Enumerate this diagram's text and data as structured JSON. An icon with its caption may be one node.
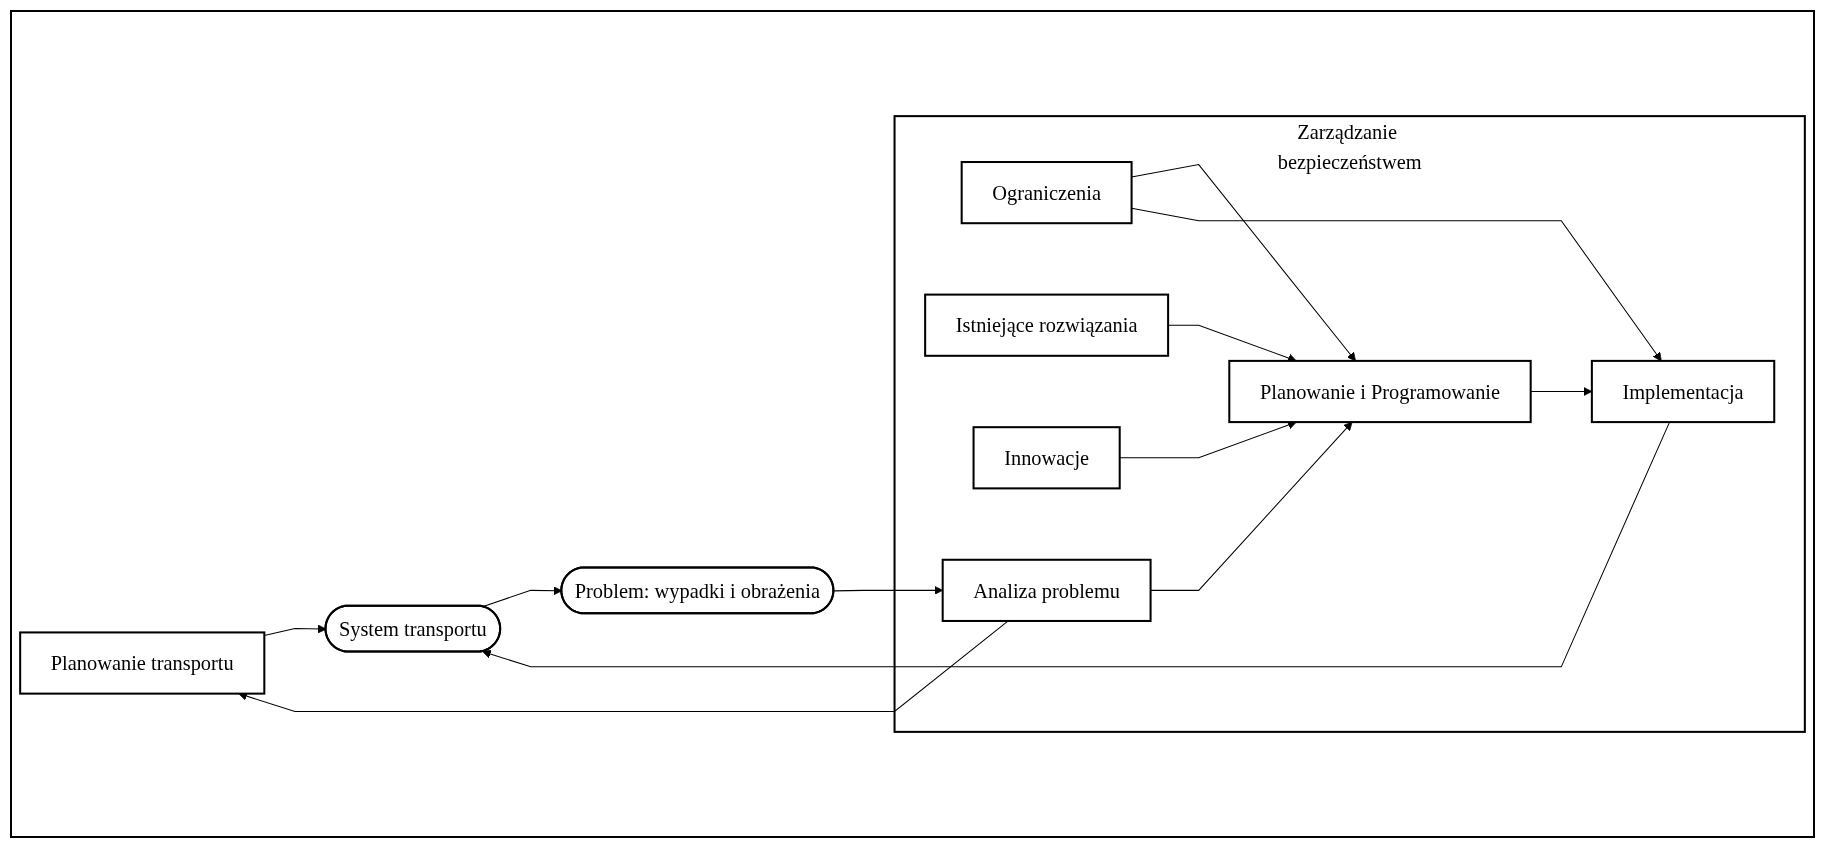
{
  "diagram": {
    "nodes": [
      {
        "text": [
          "Planowanie transportu"
        ]
      },
      {
        "text": [
          "System transportu"
        ]
      },
      {
        "text": [
          "Problem: wypadki i obrażenia"
        ]
      },
      {
        "text": [
          "Zarządzanie bezpieczeństwem"
        ]
      },
      {
        "text": [
          "Analiza problemu"
        ],
        "in": 3
      },
      {
        "text": [
          "Innowacje"
        ],
        "in": 3
      },
      {
        "text": [
          "Planowanie i Programowanie"
        ],
        "in": 3
      },
      {
        "text": [
          "Istniejące rozwiązania"
        ],
        "in": 3
      },
      {
        "text": [
          "Ograniczenia"
        ],
        "in": 3
      },
      {
        "text": [
          "Implementacja"
        ],
        "in": 3
      }
    ],
    "edges": [
      {
        "from": 0,
        "to": 1,
        "arrow": "to"
      },
      {
        "from": 1,
        "to": 2,
        "arrow": "to"
      },
      {
        "from": 2,
        "to": 4,
        "arrow": "to"
      },
      {
        "from": 4,
        "to": 0,
        "arrow": "to"
      },
      {
        "from": 4,
        "to": 6,
        "arrow": "to"
      },
      {
        "from": 5,
        "to": 6,
        "arrow": "to"
      },
      {
        "from": 7,
        "to": 6,
        "arrow": "to"
      },
      {
        "from": 8,
        "to": 6,
        "arrow": "to"
      },
      {
        "from": 8,
        "to": 9,
        "arrow": "to"
      },
      {
        "from": 6,
        "to": 9,
        "arrow": "to"
      },
      {
        "from": 9,
        "to": 1,
        "arrow": "to"
      }
    ]
  }
}
